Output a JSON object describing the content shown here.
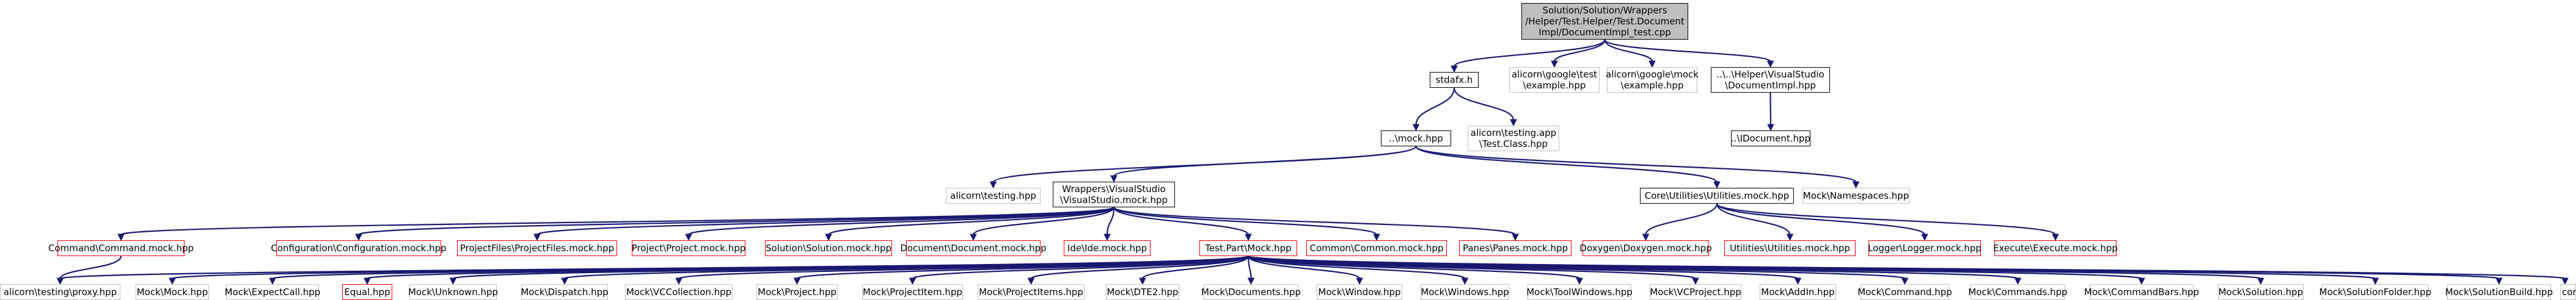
{
  "diagram": {
    "type": "include-dependency-graph",
    "nodes": [
      {
        "id": "root",
        "label": "Solution/Solution/Wrappers\n/Helper/Test.Helper/Test.Document\nImpl/DocumentImpl_test.cpp",
        "style": "root"
      },
      {
        "id": "stdafx",
        "label": "stdafx.h",
        "style": "documented"
      },
      {
        "id": "gtest",
        "label": "alicorn\\google\\test\n\\example.hpp",
        "style": "external"
      },
      {
        "id": "gmock",
        "label": "alicorn\\google\\mock\n\\example.hpp",
        "style": "external"
      },
      {
        "id": "docimpl",
        "label": "..\\..\\Helper\\VisualStudio\n\\DocumentImpl.hpp",
        "style": "documented"
      },
      {
        "id": "mock",
        "label": "..\\mock.hpp",
        "style": "documented"
      },
      {
        "id": "testingapp",
        "label": "alicorn\\testing.app\n\\Test.Class.hpp",
        "style": "external"
      },
      {
        "id": "idocument",
        "label": "..\\IDocument.hpp",
        "style": "documented"
      },
      {
        "id": "testinghpp",
        "label": "alicorn\\testing.hpp",
        "style": "external"
      },
      {
        "id": "vsmock",
        "label": "Wrappers\\VisualStudio\n\\VisualStudio.mock.hpp",
        "style": "documented"
      },
      {
        "id": "coreutil",
        "label": "Core\\Utilities\\Utilities.mock.hpp",
        "style": "documented"
      },
      {
        "id": "namespaces",
        "label": "Mock\\Namespaces.hpp",
        "style": "external"
      },
      {
        "id": "command",
        "label": "Command\\Command.mock.hpp",
        "style": "truncated"
      },
      {
        "id": "configuration",
        "label": "Configuration\\Configuration.mock.hpp",
        "style": "truncated"
      },
      {
        "id": "projectfiles",
        "label": "ProjectFiles\\ProjectFiles.mock.hpp",
        "style": "truncated"
      },
      {
        "id": "project",
        "label": "Project\\Project.mock.hpp",
        "style": "truncated"
      },
      {
        "id": "solution",
        "label": "Solution\\Solution.mock.hpp",
        "style": "truncated"
      },
      {
        "id": "document",
        "label": "Document\\Document.mock.hpp",
        "style": "truncated"
      },
      {
        "id": "ide",
        "label": "Ide\\Ide.mock.hpp",
        "style": "truncated"
      },
      {
        "id": "testpart",
        "label": "Test.Part\\Mock.hpp",
        "style": "truncated"
      },
      {
        "id": "common",
        "label": "Common\\Common.mock.hpp",
        "style": "truncated"
      },
      {
        "id": "panes",
        "label": "Panes\\Panes.mock.hpp",
        "style": "truncated"
      },
      {
        "id": "doxygen",
        "label": "Doxygen\\Doxygen.mock.hpp",
        "style": "truncated"
      },
      {
        "id": "utilities",
        "label": "Utilities\\Utilities.mock.hpp",
        "style": "truncated"
      },
      {
        "id": "logger",
        "label": "Logger\\Logger.mock.hpp",
        "style": "truncated"
      },
      {
        "id": "execute",
        "label": "Execute\\Execute.mock.hpp",
        "style": "truncated"
      },
      {
        "id": "proxy",
        "label": "alicorn\\testing\\proxy.hpp",
        "style": "external"
      },
      {
        "id": "m_mock",
        "label": "Mock\\Mock.hpp",
        "style": "external"
      },
      {
        "id": "m_expect",
        "label": "Mock\\ExpectCall.hpp",
        "style": "external"
      },
      {
        "id": "equal",
        "label": "Equal.hpp",
        "style": "truncated"
      },
      {
        "id": "m_unknown",
        "label": "Mock\\Unknown.hpp",
        "style": "external"
      },
      {
        "id": "m_dispatch",
        "label": "Mock\\Dispatch.hpp",
        "style": "external"
      },
      {
        "id": "m_vccoll",
        "label": "Mock\\VCCollection.hpp",
        "style": "external"
      },
      {
        "id": "m_project",
        "label": "Mock\\Project.hpp",
        "style": "external"
      },
      {
        "id": "m_projitem",
        "label": "Mock\\ProjectItem.hpp",
        "style": "external"
      },
      {
        "id": "m_projitems",
        "label": "Mock\\ProjectItems.hpp",
        "style": "external"
      },
      {
        "id": "m_dte2",
        "label": "Mock\\DTE2.hpp",
        "style": "external"
      },
      {
        "id": "m_documents",
        "label": "Mock\\Documents.hpp",
        "style": "external"
      },
      {
        "id": "m_window",
        "label": "Mock\\Window.hpp",
        "style": "external"
      },
      {
        "id": "m_windows",
        "label": "Mock\\Windows.hpp",
        "style": "external"
      },
      {
        "id": "m_toolwin",
        "label": "Mock\\ToolWindows.hpp",
        "style": "external"
      },
      {
        "id": "m_vcproj",
        "label": "Mock\\VCProject.hpp",
        "style": "external"
      },
      {
        "id": "m_addin",
        "label": "Mock\\AddIn.hpp",
        "style": "external"
      },
      {
        "id": "m_command",
        "label": "Mock\\Command.hpp",
        "style": "external"
      },
      {
        "id": "m_commands",
        "label": "Mock\\Commands.hpp",
        "style": "external"
      },
      {
        "id": "m_cmdbars",
        "label": "Mock\\CommandBars.hpp",
        "style": "external"
      },
      {
        "id": "m_solution",
        "label": "Mock\\Solution.hpp",
        "style": "external"
      },
      {
        "id": "m_solfolder",
        "label": "Mock\\SolutionFolder.hpp",
        "style": "external"
      },
      {
        "id": "m_solbuild",
        "label": "Mock\\SolutionBuild.hpp",
        "style": "external"
      },
      {
        "id": "comutil",
        "label": "comutil.h",
        "style": "external"
      }
    ],
    "edges": [
      [
        "root",
        "stdafx"
      ],
      [
        "root",
        "gtest"
      ],
      [
        "root",
        "gmock"
      ],
      [
        "root",
        "docimpl"
      ],
      [
        "stdafx",
        "mock"
      ],
      [
        "stdafx",
        "testingapp"
      ],
      [
        "docimpl",
        "idocument"
      ],
      [
        "mock",
        "testinghpp"
      ],
      [
        "mock",
        "vsmock"
      ],
      [
        "mock",
        "coreutil"
      ],
      [
        "mock",
        "namespaces"
      ],
      [
        "vsmock",
        "command"
      ],
      [
        "vsmock",
        "configuration"
      ],
      [
        "vsmock",
        "projectfiles"
      ],
      [
        "vsmock",
        "project"
      ],
      [
        "vsmock",
        "solution"
      ],
      [
        "vsmock",
        "document"
      ],
      [
        "vsmock",
        "ide"
      ],
      [
        "vsmock",
        "testpart"
      ],
      [
        "vsmock",
        "common"
      ],
      [
        "vsmock",
        "panes"
      ],
      [
        "coreutil",
        "doxygen"
      ],
      [
        "coreutil",
        "utilities"
      ],
      [
        "coreutil",
        "logger"
      ],
      [
        "coreutil",
        "execute"
      ],
      [
        "command",
        "proxy"
      ],
      [
        "testpart",
        "proxy"
      ],
      [
        "testpart",
        "m_mock"
      ],
      [
        "testpart",
        "m_expect"
      ],
      [
        "testpart",
        "equal"
      ],
      [
        "testpart",
        "m_unknown"
      ],
      [
        "testpart",
        "m_dispatch"
      ],
      [
        "testpart",
        "m_vccoll"
      ],
      [
        "testpart",
        "m_project"
      ],
      [
        "testpart",
        "m_projitem"
      ],
      [
        "testpart",
        "m_projitems"
      ],
      [
        "testpart",
        "m_dte2"
      ],
      [
        "testpart",
        "m_documents"
      ],
      [
        "testpart",
        "m_window"
      ],
      [
        "testpart",
        "m_windows"
      ],
      [
        "testpart",
        "m_toolwin"
      ],
      [
        "testpart",
        "m_vcproj"
      ],
      [
        "testpart",
        "m_addin"
      ],
      [
        "testpart",
        "m_command"
      ],
      [
        "testpart",
        "m_commands"
      ],
      [
        "testpart",
        "m_cmdbars"
      ],
      [
        "testpart",
        "m_solution"
      ],
      [
        "testpart",
        "m_solfolder"
      ],
      [
        "testpart",
        "m_solbuild"
      ],
      [
        "testpart",
        "comutil"
      ]
    ],
    "colors": {
      "edge": "#191970",
      "root_fill": "#bfbfbf",
      "documented_border": "#000000",
      "external_border": "#bfbfbf",
      "truncated_border": "#ff0000",
      "background": "#ffffff"
    }
  }
}
